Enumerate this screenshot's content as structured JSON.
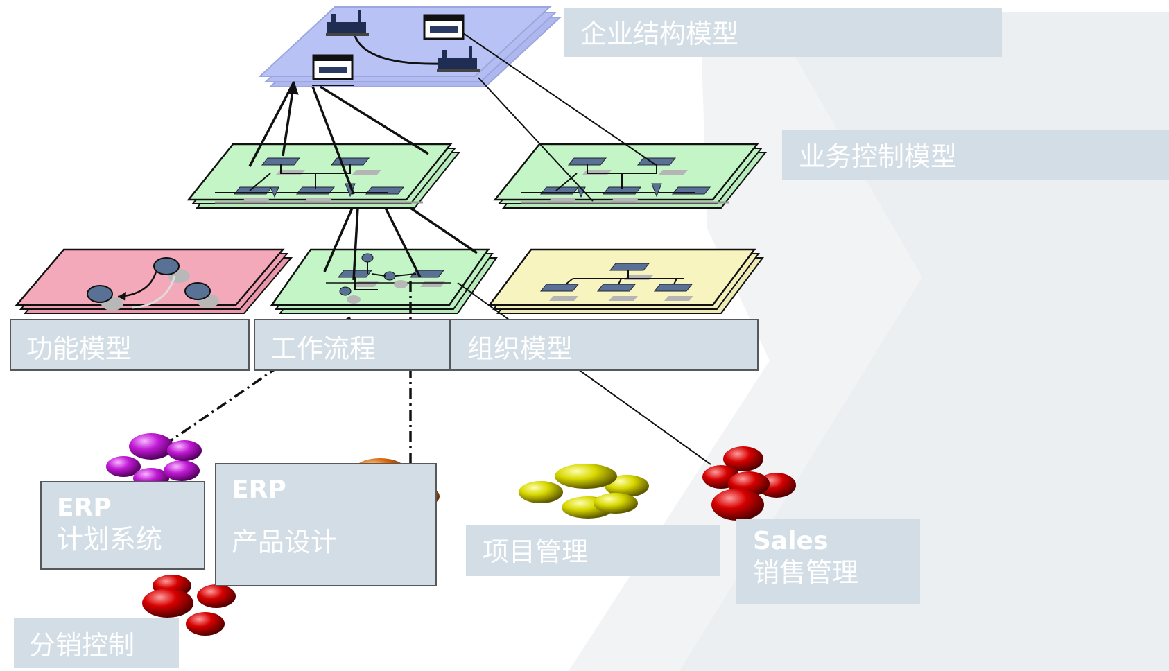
{
  "diagram": {
    "labels": {
      "enterprise_model": "企业结构模型",
      "business_control": "业务控制模型",
      "function_model": "功能模型",
      "workflow": "工作流程",
      "org_model": "组织模型",
      "erp_planning_line1": "ERP",
      "erp_planning_line2": "计划系统",
      "erp_design_line1": "ERP",
      "erp_design_line2": "产品设计",
      "project_mgmt": "项目管理",
      "sales_line1": "Sales",
      "sales_line2": "销售管理",
      "distribution": "分销控制"
    },
    "colors": {
      "enterprise_plane": "#b9c2f4",
      "process_plane": "#c3f5c6",
      "function_plane": "#f4a9ba",
      "org_plane": "#f7f4c0",
      "node_fill": "#5a7196",
      "label_bg": "#d3dde5",
      "cluster_purple": "#b014c4",
      "cluster_orange": "#d2690e",
      "cluster_yellow": "#d0d000",
      "cluster_red": "#cc0000"
    },
    "icons": [
      "factory-icon",
      "building-icon",
      "process-flow-icon",
      "org-chart-icon",
      "function-graph-icon"
    ]
  }
}
